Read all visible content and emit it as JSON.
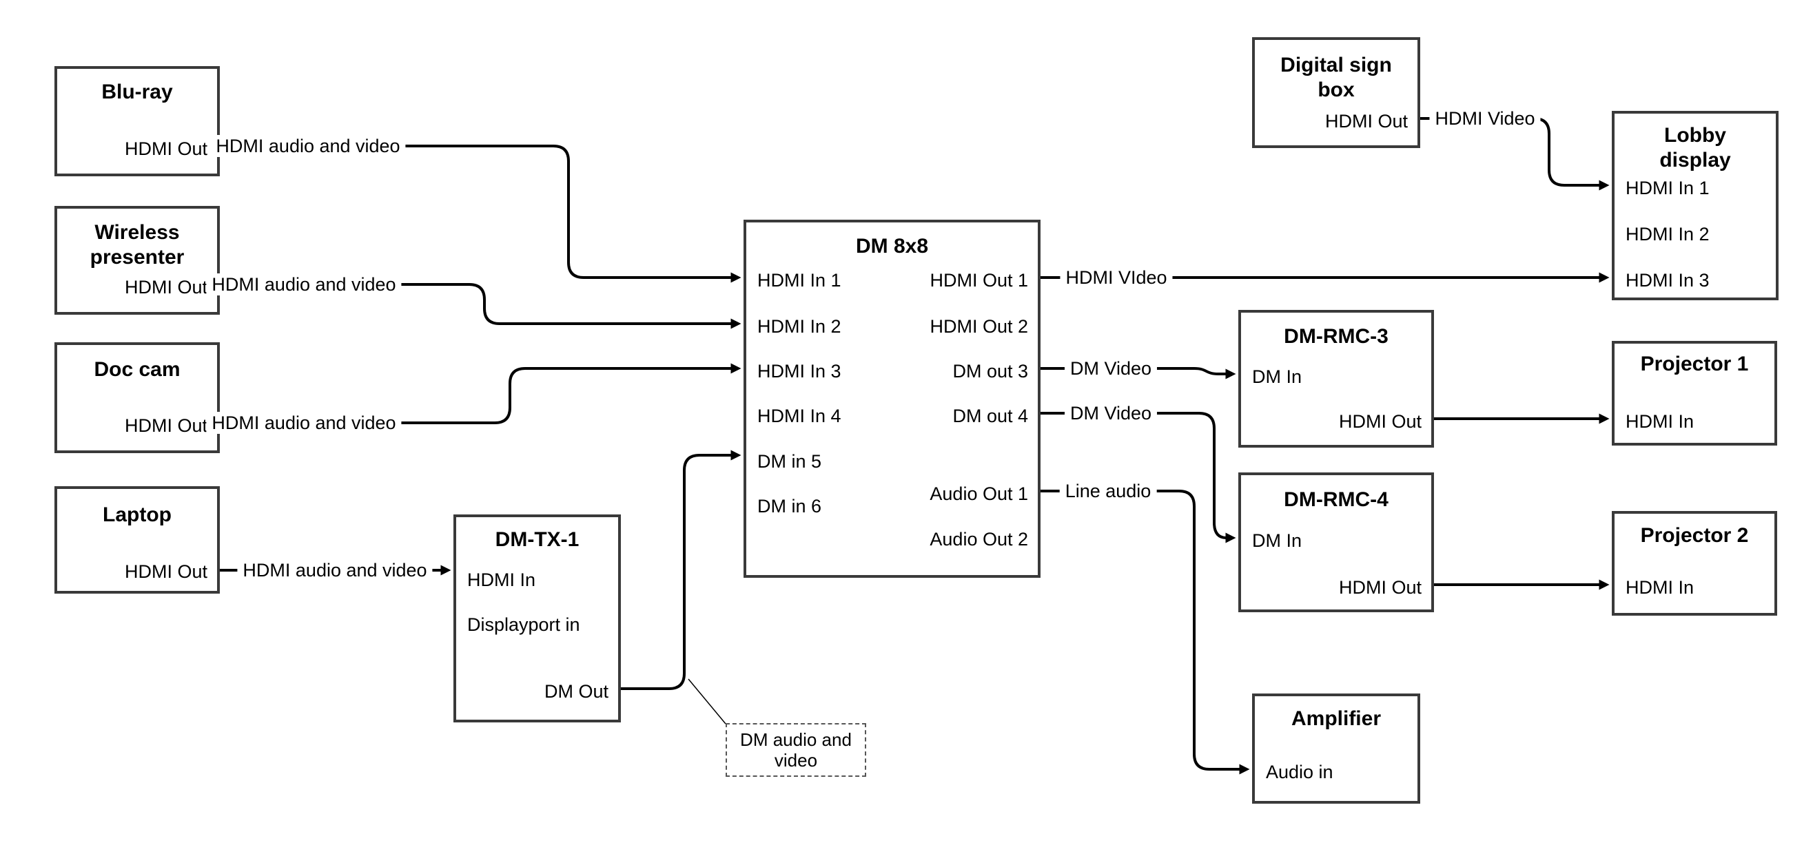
{
  "nodes": {
    "bluray": {
      "title": "Blu-ray",
      "ports": {
        "hdmi_out": "HDMI Out"
      }
    },
    "wireless": {
      "title": "Wireless\npresenter",
      "ports": {
        "hdmi_out": "HDMI Out"
      }
    },
    "doccam": {
      "title": "Doc cam",
      "ports": {
        "hdmi_out": "HDMI Out"
      }
    },
    "laptop": {
      "title": "Laptop",
      "ports": {
        "hdmi_out": "HDMI Out"
      }
    },
    "dmtx1": {
      "title": "DM-TX-1",
      "ports": {
        "hdmi_in": "HDMI In",
        "dp_in": "Displayport in",
        "dm_out": "DM Out"
      }
    },
    "dm8x8": {
      "title": "DM 8x8",
      "ports": {
        "in1": "HDMI In 1",
        "in2": "HDMI In 2",
        "in3": "HDMI In 3",
        "in4": "HDMI In 4",
        "in5": "DM in 5",
        "in6": "DM in 6",
        "out1": "HDMI Out 1",
        "out2": "HDMI Out 2",
        "out3": "DM out 3",
        "out4": "DM out 4",
        "aout1": "Audio Out 1",
        "aout2": "Audio Out 2"
      }
    },
    "digitalsign": {
      "title": "Digital sign\nbox",
      "ports": {
        "hdmi_out": "HDMI Out"
      }
    },
    "lobby": {
      "title": "Lobby\ndisplay",
      "ports": {
        "in1": "HDMI In 1",
        "in2": "HDMI In 2",
        "in3": "HDMI In 3"
      }
    },
    "dmrmc3": {
      "title": "DM-RMC-3",
      "ports": {
        "dm_in": "DM In",
        "hdmi_out": "HDMI Out"
      }
    },
    "proj1": {
      "title": "Projector 1",
      "ports": {
        "hdmi_in": "HDMI In"
      }
    },
    "dmrmc4": {
      "title": "DM-RMC-4",
      "ports": {
        "dm_in": "DM In",
        "hdmi_out": "HDMI Out"
      }
    },
    "proj2": {
      "title": "Projector 2",
      "ports": {
        "hdmi_in": "HDMI In"
      }
    },
    "amplifier": {
      "title": "Amplifier",
      "ports": {
        "audio_in": "Audio in"
      }
    }
  },
  "edge_labels": {
    "bluray_dm8x8": "HDMI audio and video",
    "wireless_dm8x8": "HDMI audio and video",
    "doccam_dm8x8": "HDMI audio and video",
    "laptop_dmtx1": "HDMI audio and video",
    "dm8x8_lobby": "HDMI VIdeo",
    "dm8x8_rmc3": "DM Video",
    "dm8x8_rmc4": "DM Video",
    "dm8x8_amp": "Line audio",
    "digitalsign_lobby": "HDMI Video"
  },
  "note": {
    "text": "DM audio and\nvideo"
  },
  "colors": {
    "line": "#000000",
    "box_border": "#3a3a3a",
    "background": "#ffffff",
    "text": "#000000"
  }
}
